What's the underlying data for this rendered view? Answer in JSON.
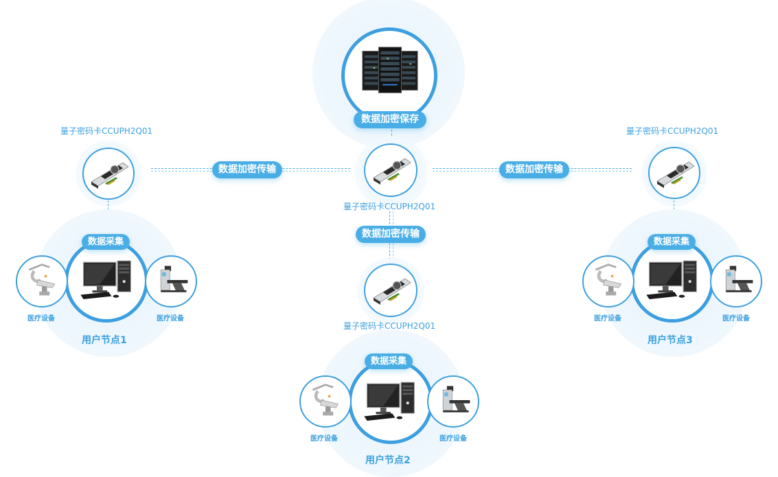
{
  "server": {
    "label": "数据加密保存",
    "icon": "server-rack-icon"
  },
  "center_card": {
    "label": "量子密码卡CCUPH2Q01",
    "icon": "crypto-card-icon"
  },
  "links": {
    "left_transfer": "数据加密传输",
    "right_transfer": "数据加密传输",
    "down_transfer": "数据加密传输"
  },
  "nodes": [
    {
      "title": "用户节点1",
      "card_label": "量子密码卡CCUPH2Q01",
      "collect_label": "数据采集",
      "devices": [
        "医疗设备",
        "医疗设备"
      ]
    },
    {
      "title": "用户节点2",
      "card_label": "量子密码卡CCUPH2Q01",
      "collect_label": "数据采集",
      "devices": [
        "医疗设备",
        "医疗设备"
      ]
    },
    {
      "title": "用户节点3",
      "card_label": "量子密码卡CCUPH2Q01",
      "collect_label": "数据采集",
      "devices": [
        "医疗设备",
        "医疗设备"
      ]
    }
  ],
  "colors": {
    "accent": "#4aaee6",
    "text": "#3aa0de",
    "ring": "#3d9fdf",
    "halo": "#eaf5fc"
  }
}
